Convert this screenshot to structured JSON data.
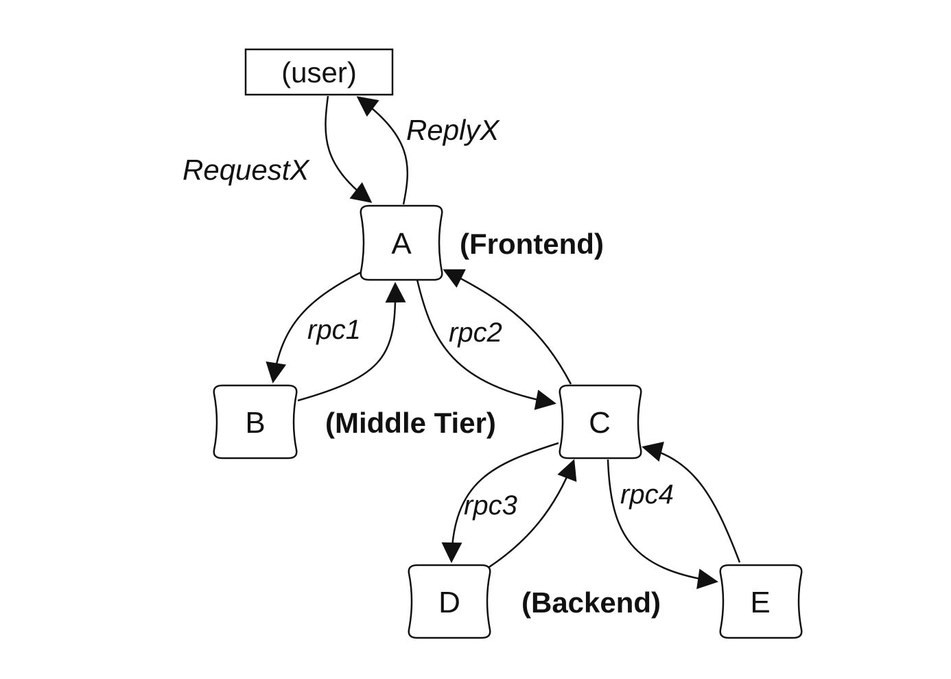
{
  "diagram": {
    "user": {
      "label": "(user)"
    },
    "nodes": {
      "A": "A",
      "B": "B",
      "C": "C",
      "D": "D",
      "E": "E"
    },
    "tiers": {
      "frontend": "(Frontend)",
      "middle": "(Middle Tier)",
      "backend": "(Backend)"
    },
    "edges": {
      "request": "RequestX",
      "reply": "ReplyX",
      "rpc1": "rpc1",
      "rpc2": "rpc2",
      "rpc3": "rpc3",
      "rpc4": "rpc4"
    }
  }
}
